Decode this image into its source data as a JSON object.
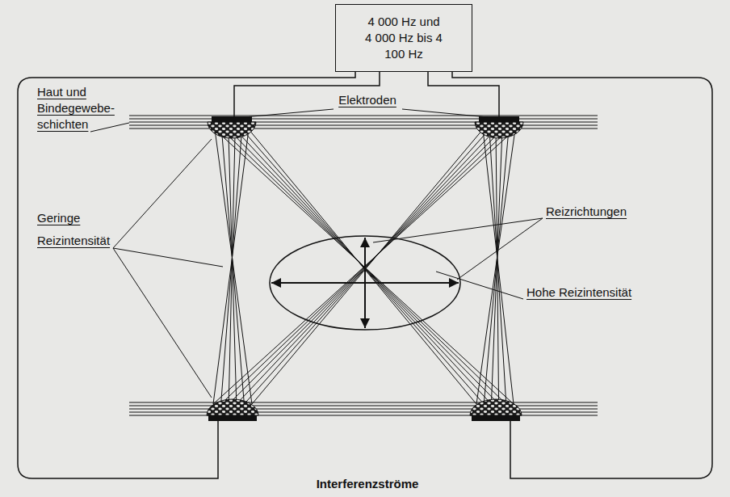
{
  "diagram": {
    "caption": "Interferenzströme",
    "nodes": [
      {
        "text": [
          "4 000 Hz und 4 000 Hz bis 4 100 Hz"
        ]
      }
    ],
    "labels": [
      "Haut und Bindegewebe- schichten",
      "Elektroden",
      "Geringe Reizintensität",
      "Reizrichtungen",
      "Hohe Reizintensität"
    ]
  }
}
